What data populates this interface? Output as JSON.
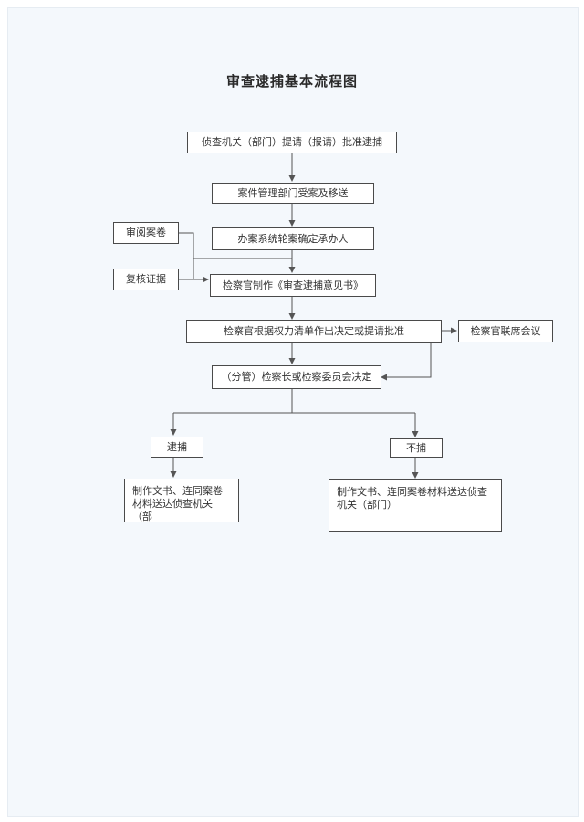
{
  "title": "审查逮捕基本流程图",
  "nodes": {
    "request": "侦查机关（部门）提请（报请）批准逮捕",
    "case_mgmt": "案件管理部门受案及移送",
    "assign": "办案系统轮案确定承办人",
    "review_files": "审阅案卷",
    "verify_evidence": "复核证据",
    "opinion": "检察官制作《审查逮捕意见书》",
    "decision_list": "检察官根据权力清单作出决定或提请批准",
    "joint_meeting": "检察官联席会议",
    "chief_decision": "（分管）检察长或检察委员会决定",
    "arrest": "逮捕",
    "no_arrest": "不捕",
    "arrest_docs": "制作文书、连同案卷材料送达侦查机关（部",
    "no_arrest_docs": "制作文书、连同案卷材料送达侦查机关（部门）"
  }
}
